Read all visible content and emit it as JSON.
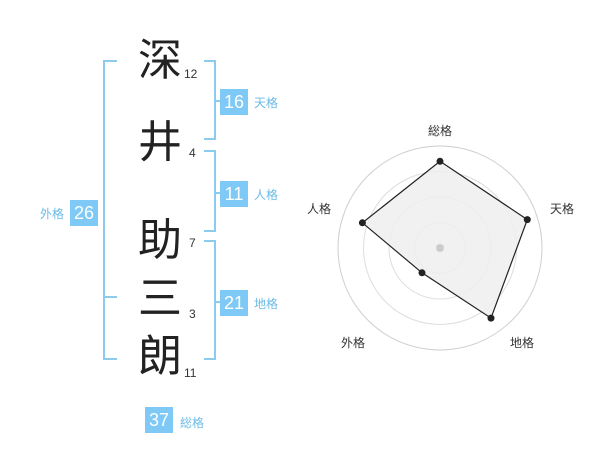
{
  "name": {
    "chars": [
      {
        "char": "深",
        "strokes": "12"
      },
      {
        "char": "井",
        "strokes": "4"
      },
      {
        "char": "助",
        "strokes": "7"
      },
      {
        "char": "三",
        "strokes": "3"
      },
      {
        "char": "朗",
        "strokes": "11"
      }
    ]
  },
  "kaku": {
    "tenkaku": {
      "value": "16",
      "label": "天格"
    },
    "jinkaku": {
      "value": "11",
      "label": "人格"
    },
    "chikaku": {
      "value": "21",
      "label": "地格"
    },
    "gaikaku": {
      "value": "26",
      "label": "外格"
    },
    "soukaku": {
      "value": "37",
      "label": "総格"
    }
  },
  "chart_data": {
    "type": "radar",
    "axes": [
      "総格",
      "天格",
      "地格",
      "外格",
      "人格"
    ],
    "values": [
      0.85,
      0.9,
      0.85,
      0.3,
      0.8
    ],
    "range": [
      0,
      1
    ],
    "rings": 4,
    "fill_color": "#eeeeee",
    "line_color": "#222222"
  },
  "colors": {
    "accent": "#7ec9f5",
    "bracket": "#8ccbf0",
    "kaku_text": "#6bbbe6"
  }
}
